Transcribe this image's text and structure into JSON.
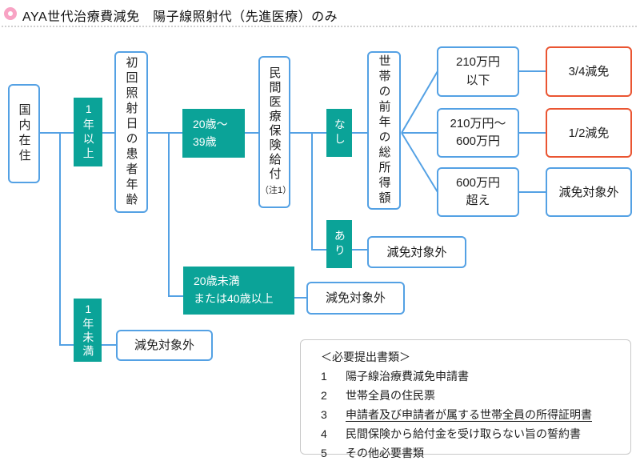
{
  "header": {
    "title": "AYA世代治療費減免　陽子線照射代（先進医療）のみ"
  },
  "colors": {
    "accent_teal": "#0ba398",
    "accent_blue": "#54a1e4",
    "accent_orange": "#ea5532",
    "bullet_pink": "#f8a3c4"
  },
  "icons": {
    "title_bullet": "pink-ring"
  },
  "flow": {
    "residence": "国内在住",
    "over_1yr": "1年以上",
    "first_age": "初回照射日の患者年齢",
    "age_20_39": "20歳〜\n39歳",
    "private_insurance": "民間医療保険給付",
    "private_insurance_note": "（注1）",
    "no_benefit": "なし",
    "household_income": "世帯の前年の総所得額",
    "income_low": "210万円\n以下",
    "income_mid": "210万円〜\n600万円",
    "income_high": "600万円\n超え",
    "reduction_3_4": "3/4減免",
    "reduction_1_2": "1/2減免",
    "not_eligible": "減免対象外",
    "has_benefit": "あり",
    "age_other": "20歳未満\nまたは40歳以上",
    "under_1yr": "1年未満"
  },
  "documents": {
    "title": "＜必要提出書類＞",
    "items": [
      {
        "num": "1",
        "text": "陽子線治療費減免申請書"
      },
      {
        "num": "2",
        "text": "世帯全員の住民票"
      },
      {
        "num": "3",
        "text": "申請者及び申請者が属する世帯全員の所得証明書"
      },
      {
        "num": "4",
        "text": "民間保険から給付金を受け取らない旨の誓約書"
      },
      {
        "num": "5",
        "text": "その他必要書類"
      }
    ]
  }
}
